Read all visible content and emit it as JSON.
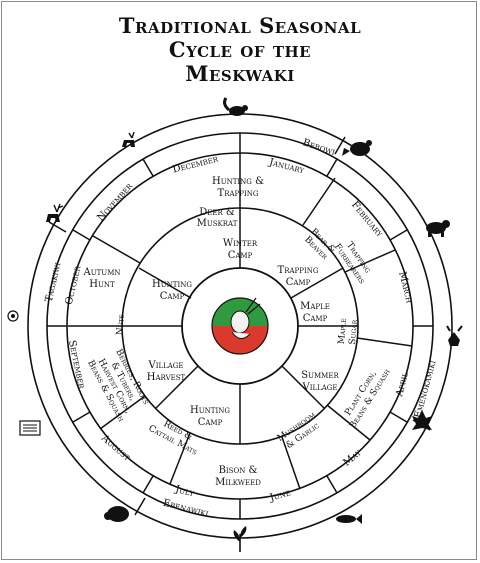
{
  "title": {
    "line1": "Traditional Seasonal",
    "line2": "Cycle of the",
    "line3": "Meskwaki"
  },
  "seasons": [
    "Bebowi",
    "Emenokamiki",
    "Ebenawiki",
    "Tagakiwi"
  ],
  "months": [
    "January",
    "February",
    "March",
    "April",
    "May",
    "June",
    "July",
    "August",
    "September",
    "October",
    "November",
    "December"
  ],
  "activities": [
    {
      "id": "hunting-trapping",
      "lines": [
        "Hunting &",
        "Trapping"
      ]
    },
    {
      "id": "trapping-furbearers",
      "lines": [
        "Trapping",
        "Furbearers"
      ]
    },
    {
      "id": "maple-sugar",
      "lines": [
        "Maple",
        "Sugar"
      ]
    },
    {
      "id": "plant-corn",
      "lines": [
        "Plant Corn,",
        "Beans & Squash"
      ]
    },
    {
      "id": "mushroom-garlic",
      "lines": [
        "Mushroom",
        "& Garlic"
      ]
    },
    {
      "id": "bison-milkweed",
      "lines": [
        "Bison &",
        "Milkweed"
      ]
    },
    {
      "id": "reed-cattail",
      "lines": [
        "Reed &",
        "Cattail Mats"
      ]
    },
    {
      "id": "harvest",
      "lines": [
        "Berries, Roots",
        "& Tubers,",
        "Harvest Corn,",
        "Beans & Squash"
      ]
    },
    {
      "id": "nuts",
      "lines": [
        "Nuts"
      ]
    },
    {
      "id": "autumn-hunt",
      "lines": [
        "Autumn",
        "Hunt"
      ]
    },
    {
      "id": "deer-muskrat",
      "lines": [
        "Deer &",
        "Muskrat"
      ]
    },
    {
      "id": "bear-beaver",
      "lines": [
        "Bear &",
        "Beaver"
      ]
    }
  ],
  "camps": [
    {
      "id": "winter-camp",
      "lines": [
        "Winter",
        "Camp"
      ]
    },
    {
      "id": "trapping-camp",
      "lines": [
        "Trapping",
        "Camp"
      ]
    },
    {
      "id": "maple-camp",
      "lines": [
        "Maple",
        "Camp"
      ]
    },
    {
      "id": "summer-village",
      "lines": [
        "Summer",
        "Village"
      ]
    },
    {
      "id": "hunting-camp-south",
      "lines": [
        "Hunting",
        "Camp"
      ]
    },
    {
      "id": "village-harvest",
      "lines": [
        "Village",
        "Harvest"
      ]
    },
    {
      "id": "hunting-camp-west",
      "lines": [
        "Hunting",
        "Camp"
      ]
    }
  ],
  "icons": [
    "beaver-icon",
    "bear-icon",
    "moose-icon",
    "leaf-icon",
    "fish-icon",
    "sprout-icon",
    "bison-icon",
    "tablet-icon",
    "medallion-icon",
    "deer-icon",
    "elk-icon",
    "squirrel-icon",
    "meskwaki-seal-icon"
  ],
  "colors": {
    "seal_green": "#2f9a3e",
    "seal_red": "#d93a2c",
    "line": "#111111"
  }
}
